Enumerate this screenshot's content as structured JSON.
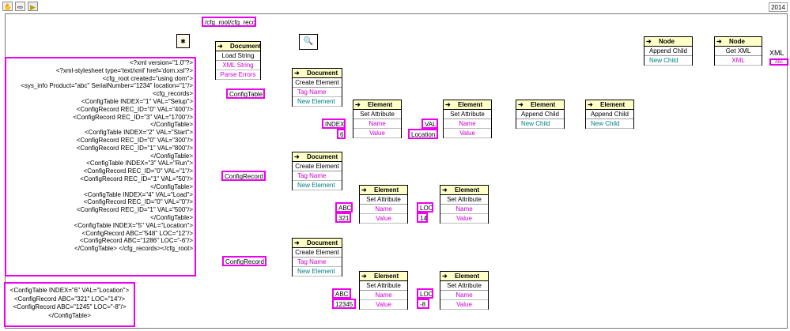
{
  "toolbar": {
    "year": "2014"
  },
  "xpath": "/cfg_root/cfg_records",
  "output_label": "XML",
  "indicator": "Abc",
  "xml_source": "<?xml version=\"1.0\"?>\n<?xml-stylesheet type='text/xml' href='dom.xsl'?>\n<cfg_root created=\"using dom\">\n<sys_info Product=\"abc\" SerialNumber=\"1234\" location=\"1\"/>\n<cfg_records>\n<ConfigTable INDEX=\"1\" VAL=\"Setup\">\n<ConfigRecord REC_ID=\"0\" VAL=\"400\"/>\n<ConfigRecord REC_ID=\"3\" VAL=\"1700\"/>\n</ConfigTable>\n<ConfigTable INDEX=\"2\" VAL=\"Start\">\n<ConfigRecord REC_ID=\"0\" VAL=\"300\"/>\n<ConfigRecord REC_ID=\"1\" VAL=\"800\"/>\n</ConfigTable>\n<ConfigTable INDEX=\"3\" VAL=\"Run\">\n<ConfigRecord REC_ID=\"0\" VAL=\"1\"/>\n<ConfigRecord REC_ID=\"1\" VAL=\"50\"/>\n</ConfigTable>\n<ConfigTable INDEX=\"4\" VAL=\"Load\">\n<ConfigRecord REC_ID=\"0\" VAL=\"0\"/>\n<ConfigRecord REC_ID=\"1\" VAL=\"500\"/>\n</ConfigTable>\n<ConfigTable INDEX=\"5\" VAL=\"Location\">\n<ConfigRecord ABC=\"548\" LOC=\"12\"/>\n<ConfigRecord ABC=\"1286\" LOC=\"-6\"/>\n</ConfigTable> </cfg_records></cfg_root>",
  "comment": "<ConfigTable INDEX=\"6\" VAL=\"Location\">\n<ConfigRecord ABC=\"321\" LOC=\"14\"/>\n<ConfigRecord ABC=\"1245\" LOC=\"-8\"/>\n</ConfigTable>",
  "constants": {
    "config_table": "ConfigTable",
    "config_record_1": "ConfigRecord",
    "config_record_2": "ConfigRecord",
    "index": "INDEX",
    "six": "6",
    "val": "VAL",
    "location": "Location",
    "abc_1": "ABC",
    "n321": "321",
    "loc_1": "LOC",
    "n14": "14",
    "abc_2": "ABC",
    "n12345": "12345",
    "loc_2": "LOC",
    "neg8": "-8"
  },
  "labels": {
    "document": "Document",
    "element": "Element",
    "node": "Node",
    "load_string": "Load String",
    "xml_string": "XML String",
    "parse_errors": "Parse Errors",
    "create_element": "Create Element",
    "tag_name": "Tag Name",
    "new_element": "New Element",
    "set_attribute": "Set Attribute",
    "name": "Name",
    "value": "Value",
    "append_child": "Append Child",
    "new_child": "New Child",
    "get_xml": "Get XML",
    "xml": "XML"
  }
}
